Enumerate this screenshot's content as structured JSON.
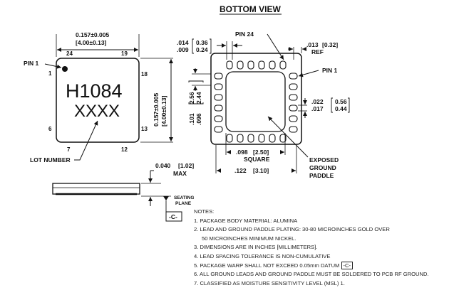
{
  "view_title": "BOTTOM VIEW",
  "left_package": {
    "marking_line1": "H1084",
    "marking_line2": "XXXX",
    "pin1_label": "PIN 1",
    "lot_number_label": "LOT NUMBER",
    "pin_numbers": {
      "top_left": "24",
      "top_right": "19",
      "left_top": "1",
      "left_bottom": "6",
      "bottom_left": "7",
      "bottom_right": "12",
      "right_top": "18",
      "right_bottom": "13"
    },
    "width_dim_in": "0.157±0.005",
    "width_dim_mm": "[4.00±0.13]",
    "height_dim_in": "0.157±0.005",
    "height_dim_mm": "[4.00±0.13]"
  },
  "bottom_view": {
    "pin24_label": "PIN 24",
    "pin1_label": "PIN 1",
    "dim_lead_width_in": ".014",
    "dim_lead_width_in2": ".009",
    "dim_lead_width_mm": "0.36",
    "dim_lead_width_mm2": "0.24",
    "dim_ref_in": ".013",
    "dim_ref_mm": "[0.32]",
    "dim_ref_label": "REF",
    "dim_side_mm": "2.56",
    "dim_side_mm2": "2.44",
    "dim_side_in": ".101",
    "dim_side_in2": ".096",
    "dim_pitch_in": ".022",
    "dim_pitch_in2": ".017",
    "dim_pitch_mm": "0.56",
    "dim_pitch_mm2": "0.44",
    "dim_square_in": ".098",
    "dim_square_mm": "[2.50]",
    "dim_square_label": "SQUARE",
    "dim_overall_in": ".122",
    "dim_overall_mm": "[3.10]",
    "paddle_label_1": "EXPOSED",
    "paddle_label_2": "GROUND",
    "paddle_label_3": "PADDLE"
  },
  "side_view": {
    "height_in": "0.040",
    "height_mm": "[1.02]",
    "height_label": "MAX",
    "seating_label_1": "SEATING",
    "seating_label_2": "PLANE",
    "datum_label": "-C-"
  },
  "notes": {
    "title": "NOTES:",
    "items": [
      "1.  PACKAGE BODY MATERIAL: ALUMINA",
      "2.  LEAD AND GROUND PADDLE PLATING: 30-80 MICROINCHES GOLD OVER",
      "     50 MICROINCHES MINIMUM NICKEL.",
      "3.  DIMENSIONS ARE IN INCHES [MILLIMETERS].",
      "4.  LEAD SPACING TOLERANCE IS NON-CUMULATIVE",
      "5.  PACKAGE WARP SHALL NOT EXCEED 0.05mm DATUM",
      "6.  ALL GROUND LEADS AND GROUND PADDLE MUST BE SOLDERED TO PCB RF GROUND.",
      "7.  CLASSIFIED AS MOISTURE SENSITIVITY LEVEL (MSL) 1."
    ],
    "datum_ref": "-C-"
  }
}
